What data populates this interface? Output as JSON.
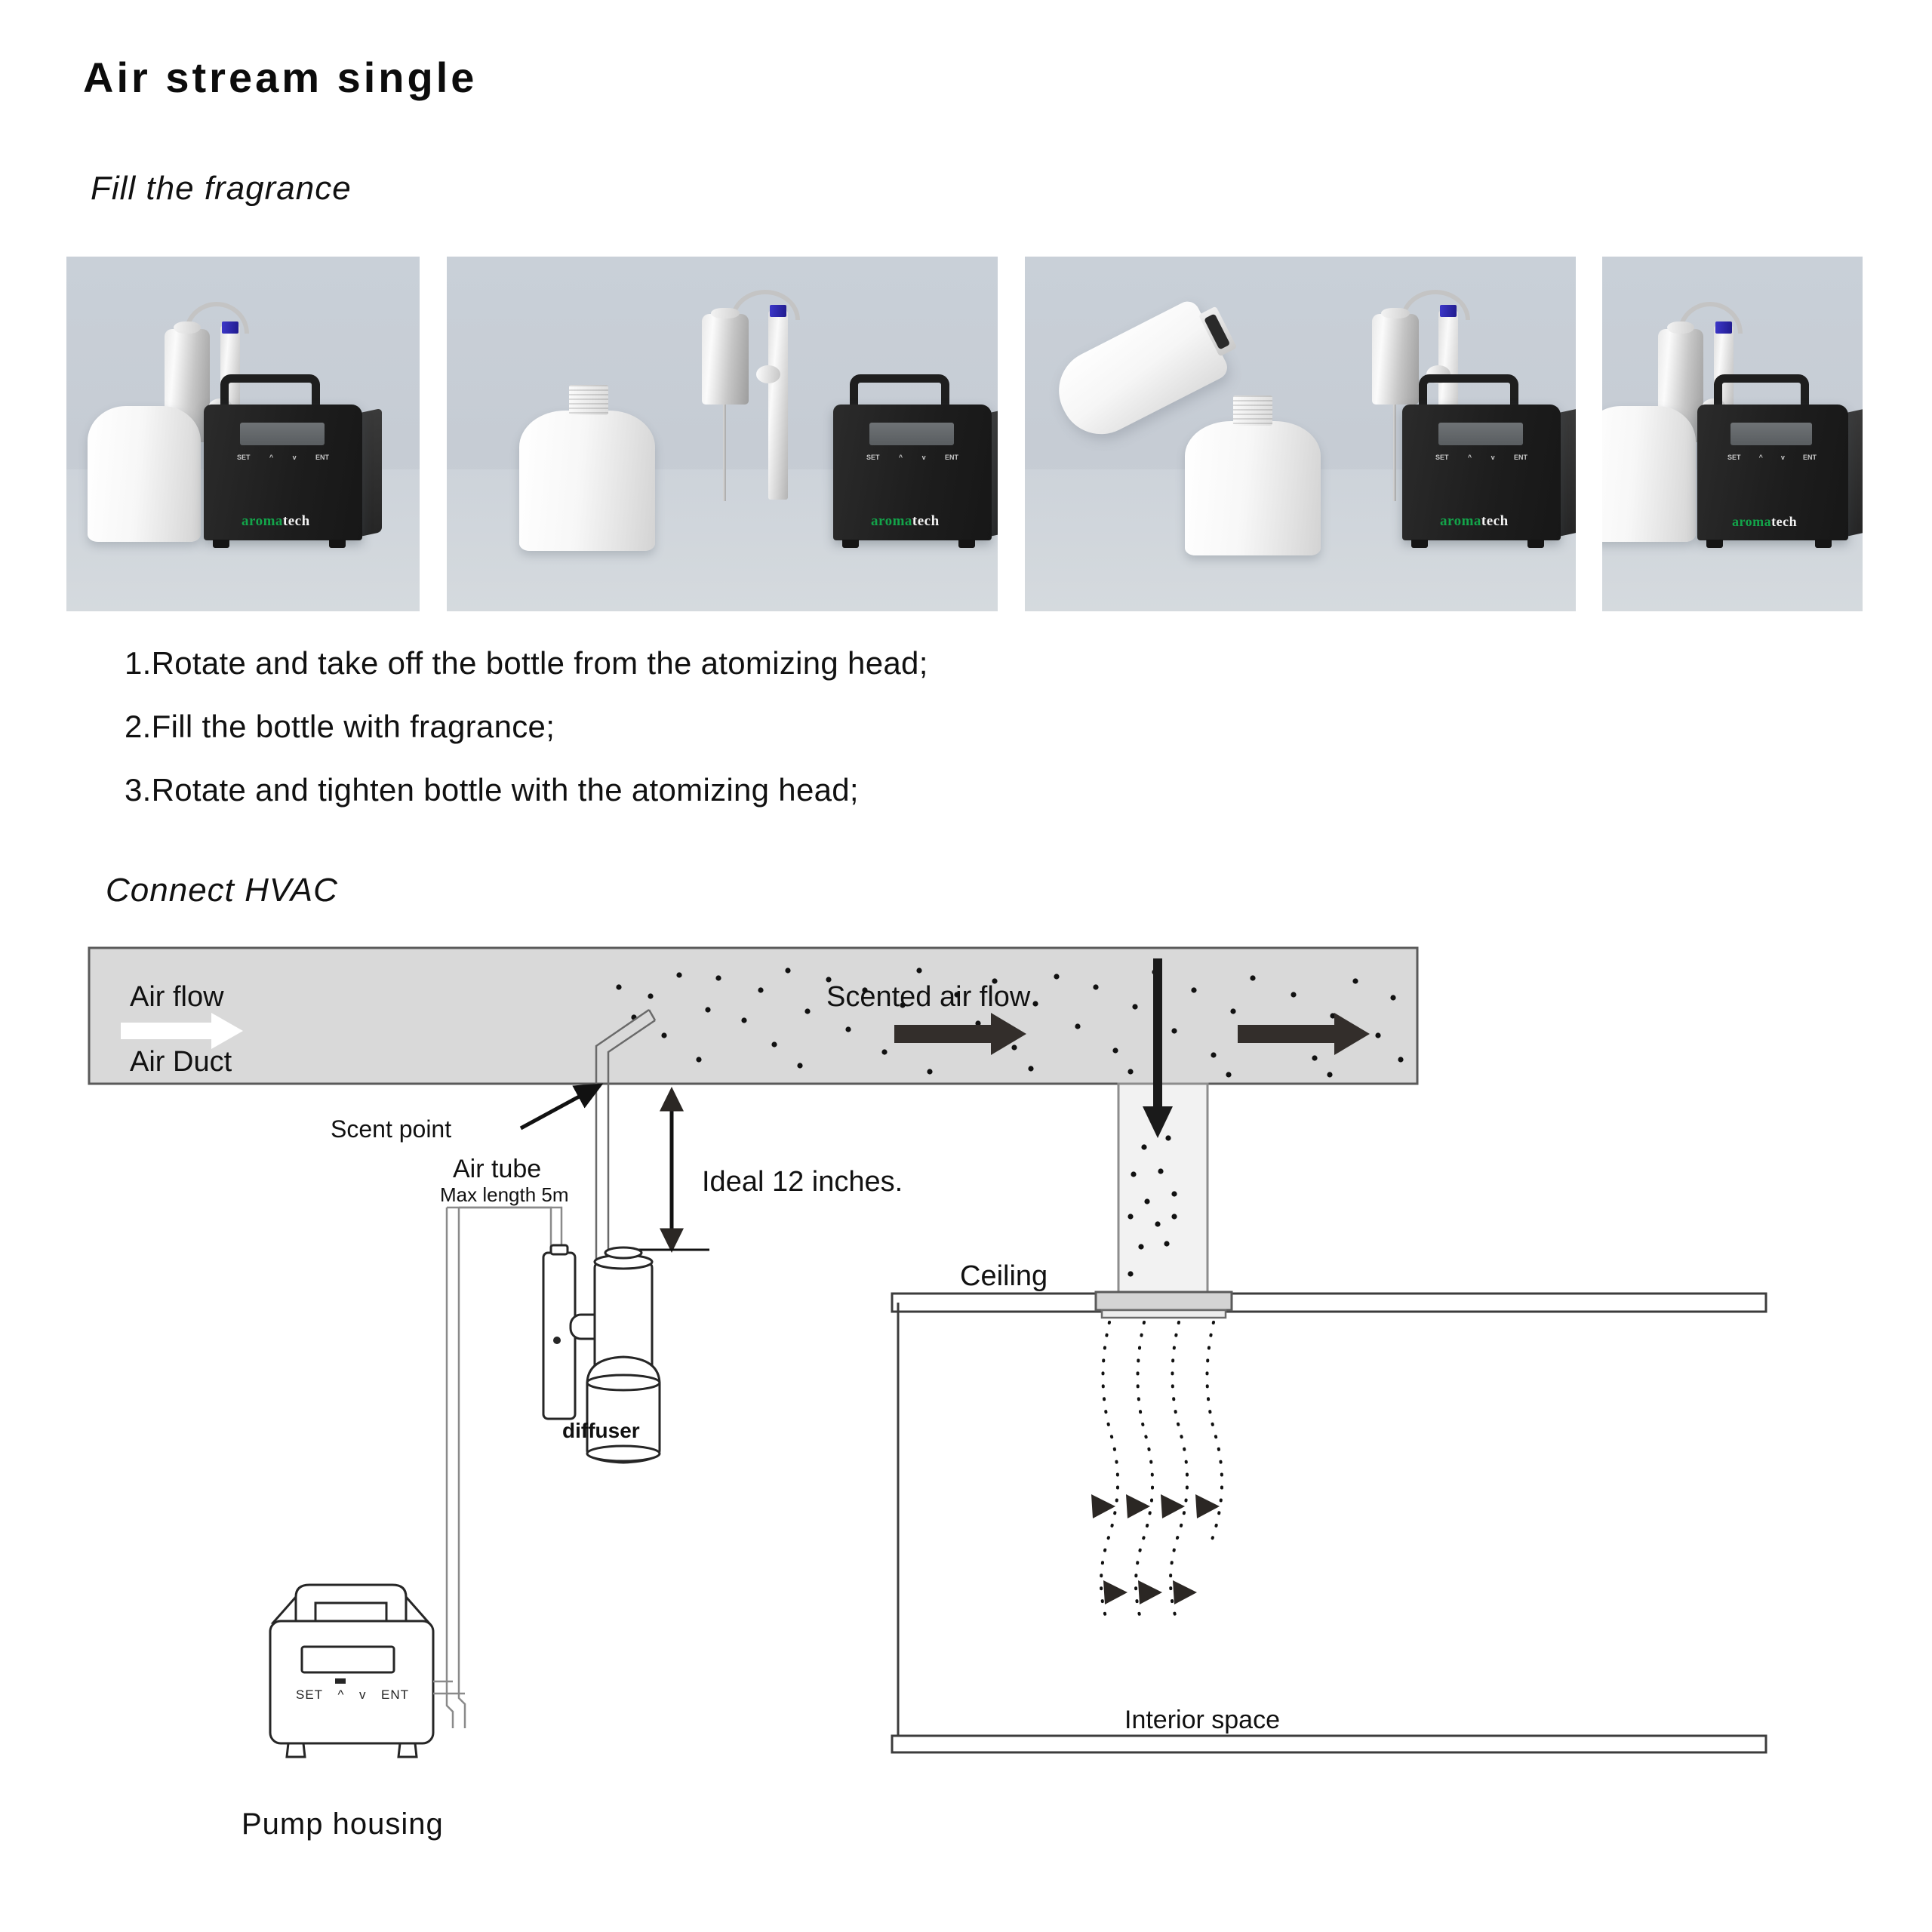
{
  "document": {
    "title": "Air stream single",
    "section_fill": "Fill the fragrance",
    "section_hvac": "Connect HVAC"
  },
  "photos": {
    "caption_group": "Fill the fragrance",
    "panels": [
      {
        "name": "assembled-diffuser",
        "alt": "Bottle attached to atomizing head beside the aromatech pump unit"
      },
      {
        "name": "bottle-removed",
        "alt": "Empty bottle standing apart from the atomizing head"
      },
      {
        "name": "pouring-fragrance",
        "alt": "Fragrance bottle tipped into the open bottle"
      },
      {
        "name": "reassembled",
        "alt": "Bottle tightened back onto the atomizing head"
      }
    ],
    "device": {
      "brand_a": "a",
      "brand_roma": "roma",
      "brand_tech": "tech",
      "buttons": [
        "SET",
        "^",
        "v",
        "ENT"
      ]
    }
  },
  "steps": [
    "1.Rotate and take off the bottle from the atomizing head;",
    "2.Fill the bottle with fragrance;",
    "3.Rotate and tighten bottle with the atomizing head;"
  ],
  "hvac": {
    "air_flow": "Air flow",
    "air_duct": "Air Duct",
    "scented_air_flow": "Scented air flow",
    "scent_point": "Scent point",
    "air_tube": "Air tube",
    "max_length": "Max length 5m",
    "ideal_distance": "Ideal 12 inches.",
    "diffuser": "diffuser",
    "ceiling": "Ceiling",
    "interior_space": "Interior space",
    "pump_housing": "Pump housing",
    "pump_buttons": {
      "set": "SET",
      "up": "^",
      "down": "v",
      "ent": "ENT"
    }
  },
  "colors": {
    "photo_background": "#c8cfd7",
    "device_black": "#1d1d1d",
    "brand_green": "#13a44a",
    "duct_fill": "#d9d9d9",
    "duct_stroke": "#5a5a5a",
    "arrow_dark": "#332e2b",
    "arrow_white": "#ffffff",
    "page_background": "#ffffff"
  }
}
